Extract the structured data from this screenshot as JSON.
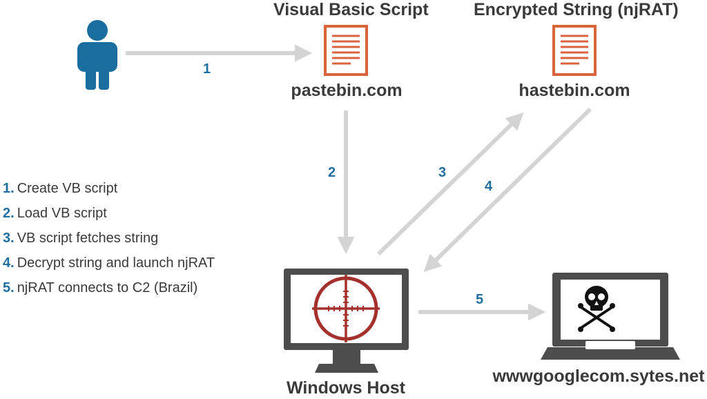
{
  "nodes": {
    "user": {
      "icon": "person-icon"
    },
    "pastebin": {
      "title": "Visual Basic Script",
      "label": "pastebin.com",
      "icon": "document-icon"
    },
    "hastebin": {
      "title": "Encrypted String (njRAT)",
      "label": "hastebin.com",
      "icon": "document-icon"
    },
    "windows_host": {
      "label": "Windows Host",
      "icon": "monitor-crosshair-icon"
    },
    "c2": {
      "label": "wwwgooglecom.sytes.net",
      "icon": "laptop-skull-icon"
    }
  },
  "edges": [
    {
      "id": "1",
      "from": "user",
      "to": "pastebin"
    },
    {
      "id": "2",
      "from": "pastebin",
      "to": "windows_host"
    },
    {
      "id": "3",
      "from": "windows_host",
      "to": "hastebin"
    },
    {
      "id": "4",
      "from": "hastebin",
      "to": "windows_host"
    },
    {
      "id": "5",
      "from": "windows_host",
      "to": "c2"
    }
  ],
  "legend": [
    {
      "num": "1.",
      "text": "Create VB script"
    },
    {
      "num": "2.",
      "text": "Load VB script"
    },
    {
      "num": "3.",
      "text": "VB script fetches string"
    },
    {
      "num": "4.",
      "text": "Decrypt string and launch njRAT"
    },
    {
      "num": "5.",
      "text": "njRAT connects to C2 (Brazil)"
    }
  ],
  "colors": {
    "person": "#1a6e9f",
    "document": "#d9633b",
    "monitor": "#4d4d4d",
    "crosshair": "#a5312d",
    "arrow": "#d4d4d4",
    "step_number": "#1f6fa0",
    "text": "#3a3a3a"
  }
}
